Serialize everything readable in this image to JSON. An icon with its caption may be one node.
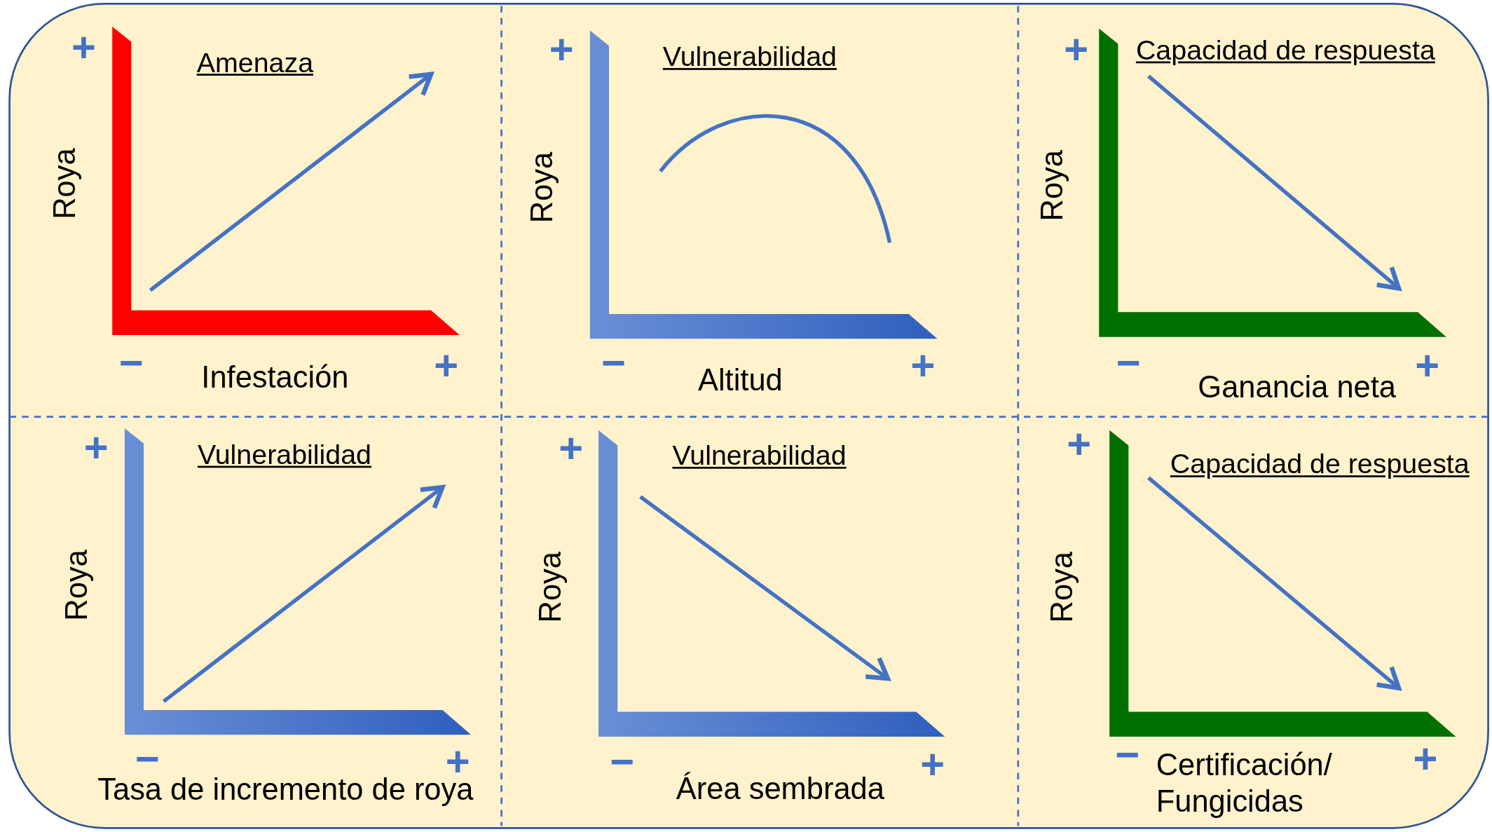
{
  "diagram": {
    "labels": [
      "+",
      "Amenaza",
      "Roya",
      "−",
      "Infestación",
      "+",
      "+",
      "Vulnerabilidad",
      "Roya",
      "−",
      "Altitud",
      "+",
      "+",
      "Capacidad de respuesta",
      "Roya",
      "−",
      "Ganancia neta",
      "+",
      "+",
      "Vulnerabilidad",
      "Roya",
      "−",
      "Tasa de incremento de roya",
      "+",
      "+",
      "Vulnerabilidad",
      "Roya",
      "−",
      "Área sembrada",
      "+",
      "+",
      "Capacidad de respuesta",
      "Roya",
      "−",
      "Certificación/ Fungicidas",
      "+"
    ]
  }
}
